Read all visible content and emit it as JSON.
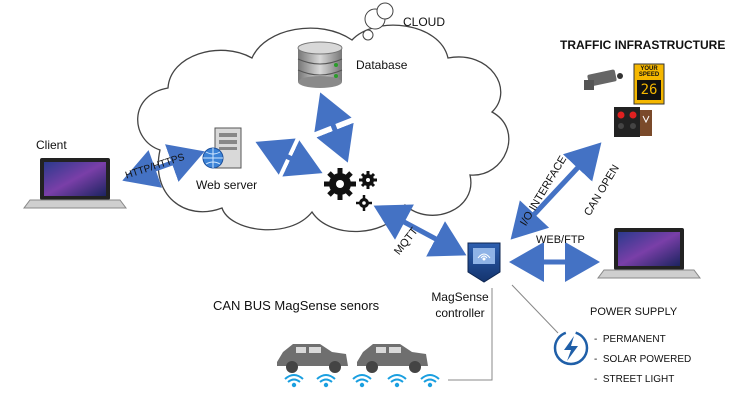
{
  "cloud_label": "CLOUD",
  "database_label": "Database",
  "web_server_label": "Web server",
  "client_label": "Client",
  "http_label": "HTTP/HTTPS",
  "mqtt_label": "MQTT",
  "traffic_label": "TRAFFIC INFRASTRUCTURE",
  "speed_sign": {
    "top": "YOUR SPEED",
    "value": "26"
  },
  "io_label": "I/O INTERFACE",
  "can_open_label": "CAN OPEN",
  "webftp_label": "WEB/FTP",
  "controller_line1": "MagSense",
  "controller_line2": "controller",
  "canbus_label": "CAN BUS MagSense senors",
  "power": {
    "title": "POWER SUPPLY",
    "items": [
      "PERMANENT",
      "SOLAR POWERED",
      "STREET LIGHT"
    ]
  },
  "colors": {
    "arrow": "#4472c4",
    "cloud_stroke": "#444444",
    "wifi": "#1a9fe0",
    "car": "#6f6f6f",
    "power_icon": "#1f5fa8"
  }
}
